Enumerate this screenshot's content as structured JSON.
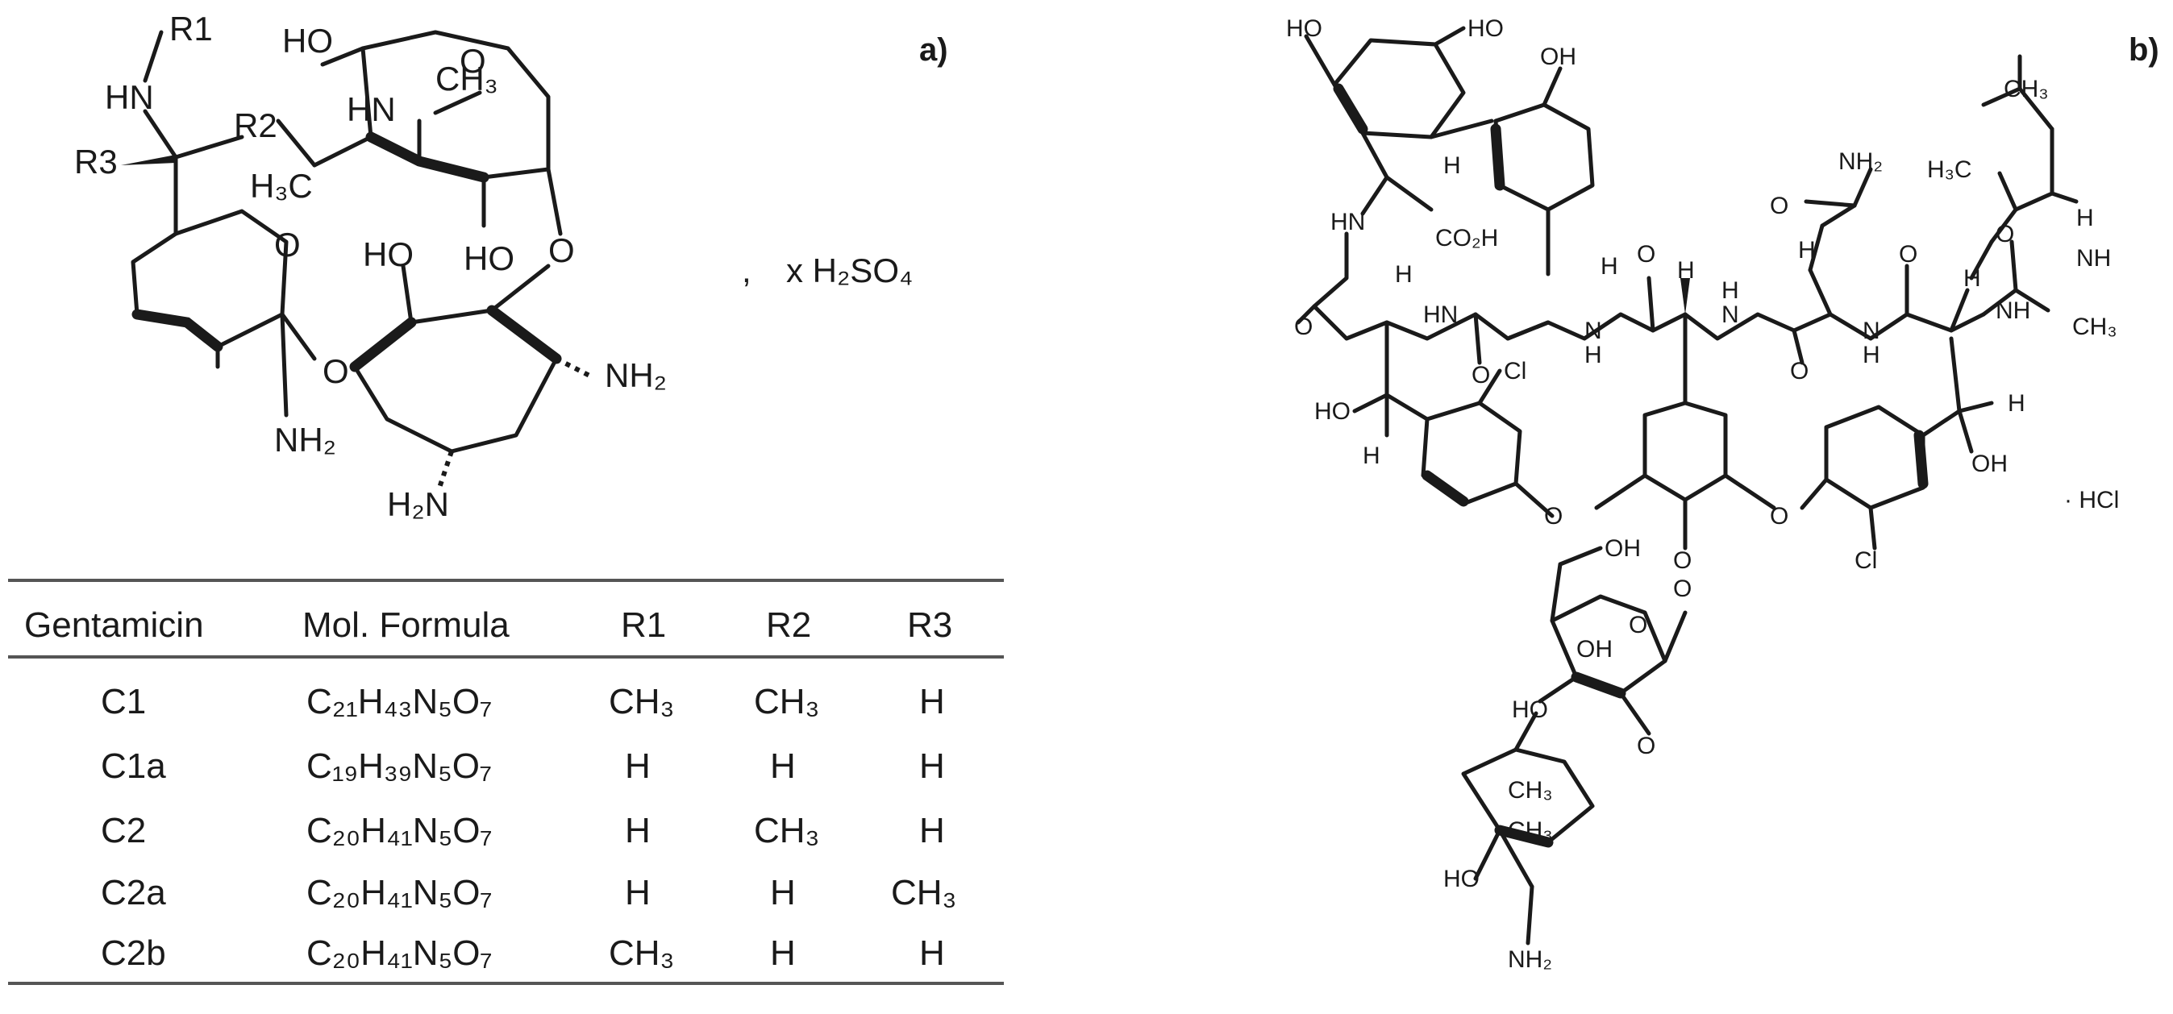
{
  "panel_a": {
    "label": "a)",
    "salt": "x H₂SO₄",
    "atoms": {
      "r1": "R1",
      "hn": "HN",
      "r2": "R2",
      "r3": "R3",
      "ho_top": "HO",
      "o_top": "O",
      "hn2": "HN",
      "ch3": "CH₃",
      "h3c": "H₃C",
      "o_ring1": "O",
      "ho_mid1": "HO",
      "ho_mid2": "HO",
      "o_link2": "O",
      "o_link1": "O",
      "nh2_right": "NH₂",
      "nh2_left": "NH₂",
      "h2n_bottom": "H₂N"
    },
    "table": {
      "headers": [
        "Gentamicin",
        "Mol. Formula",
        "R1",
        "R2",
        "R3"
      ],
      "rows": [
        [
          "C1",
          "C₂₁H₄₃N₅O₇",
          "CH₃",
          "CH₃",
          "H"
        ],
        [
          "C1a",
          "C₁₉H₃₉N₅O₇",
          "H",
          "H",
          "H"
        ],
        [
          "C2",
          "C₂₀H₄₁N₅O₇",
          "H",
          "CH₃",
          "H"
        ],
        [
          "C2a",
          "C₂₀H₄₁N₅O₇",
          "H",
          "H",
          "CH₃"
        ],
        [
          "C2b",
          "C₂₀H₄₁N₅O₇",
          "CH₃",
          "H",
          "H"
        ]
      ]
    }
  },
  "panel_b": {
    "label": "b)",
    "salt": "· HCl",
    "atoms": {
      "ho1": "HO",
      "ho2": "HO",
      "oh1": "OH",
      "h1": "H",
      "hn1": "HN",
      "co2h": "CO₂H",
      "o1": "O",
      "h2": "H",
      "hn2": "HN",
      "o2": "O",
      "h3": "H",
      "n1": "N",
      "h4": "H",
      "o3": "O",
      "h5": "H",
      "n2": "N",
      "h6": "H",
      "h7": "H",
      "n3": "N",
      "h8": "H",
      "o4": "O",
      "nh2": "NH₂",
      "o5": "O",
      "o6": "O",
      "h9": "H",
      "nh1": "NH",
      "ch3_top": "CH₃",
      "h3c": "H₃C",
      "o7": "O",
      "h10": "H",
      "nh3": "NH",
      "ch3_r": "CH₃",
      "ho3": "HO",
      "h11": "H",
      "cl1": "Cl",
      "o8": "O",
      "o9": "O",
      "cl2": "Cl",
      "h12": "H",
      "oh2": "OH",
      "oh3": "OH",
      "o10": "O",
      "o11": "O",
      "o12": "O",
      "oh4": "OH",
      "ho4": "HO",
      "o13": "O",
      "ch3_s1": "CH₃",
      "ch3_s2": "CH₃",
      "ho5": "HO",
      "nh2_s": "NH₂"
    }
  }
}
